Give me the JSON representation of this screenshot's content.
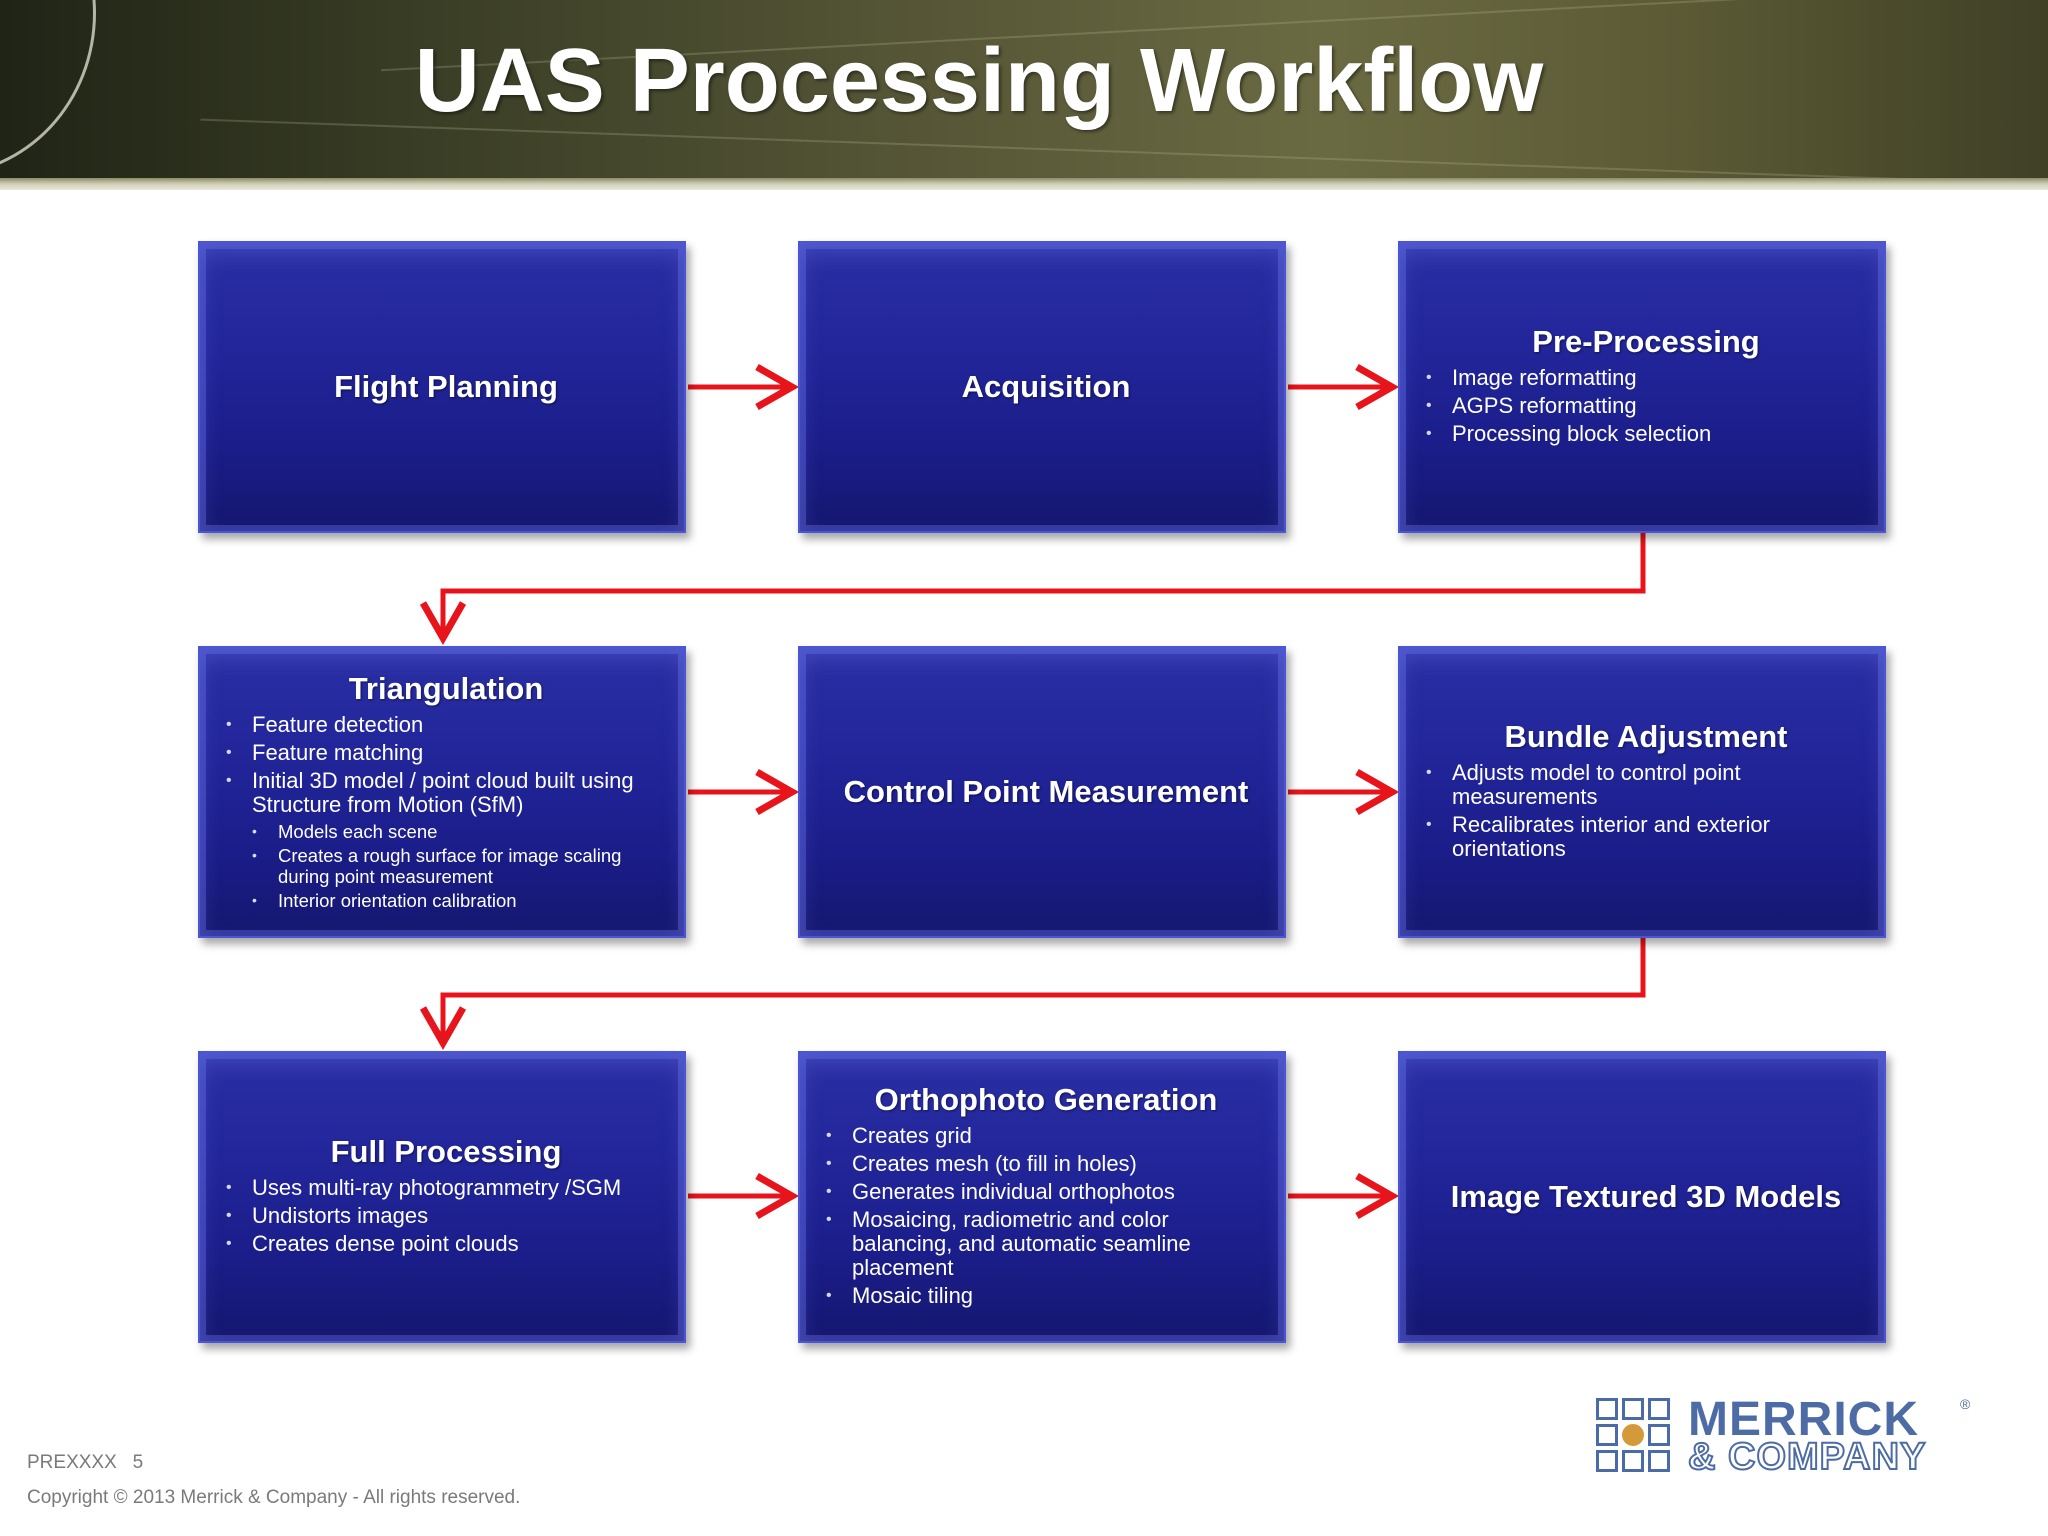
{
  "slide": {
    "title": "UAS Processing Workflow"
  },
  "boxes": {
    "flight_planning": {
      "title": "Flight Planning"
    },
    "acquisition": {
      "title": "Acquisition"
    },
    "pre_processing": {
      "title": "Pre-Processing",
      "bullets": [
        "Image reformatting",
        "AGPS reformatting",
        "Processing block selection"
      ]
    },
    "triangulation": {
      "title": "Triangulation",
      "bullets": [
        "Feature detection",
        "Feature matching",
        "Initial 3D model / point cloud built using Structure from Motion (SfM)"
      ],
      "sub_bullets": [
        "Models each scene",
        "Creates a rough surface for image scaling during point measurement",
        "Interior orientation calibration"
      ]
    },
    "control_point": {
      "title": "Control Point Measurement"
    },
    "bundle_adjustment": {
      "title": "Bundle Adjustment",
      "bullets": [
        "Adjusts model to control point measurements",
        "Recalibrates interior  and exterior orientations"
      ]
    },
    "full_processing": {
      "title": "Full Processing",
      "bullets": [
        "Uses multi-ray photogrammetry /SGM",
        "Undistorts images",
        "Creates dense point clouds"
      ]
    },
    "orthophoto": {
      "title": "Orthophoto Generation",
      "bullets": [
        "Creates grid",
        "Creates mesh (to fill in holes)",
        "Generates individual orthophotos",
        "Mosaicing, radiometric and color balancing, and automatic seamline placement",
        "Mosaic tiling"
      ]
    },
    "textured_models": {
      "title": "Image Textured 3D Models"
    }
  },
  "footer": {
    "code": "PREXXXX   5",
    "copyright": "Copyright © 2013  Merrick & Company - All rights reserved."
  },
  "logo": {
    "line1": "MERRICK",
    "line2": "& COMPANY",
    "reg": "®"
  },
  "colors": {
    "box_fill": "#1f2292",
    "arrow": "#e8141b",
    "header": "#4a4b30"
  }
}
